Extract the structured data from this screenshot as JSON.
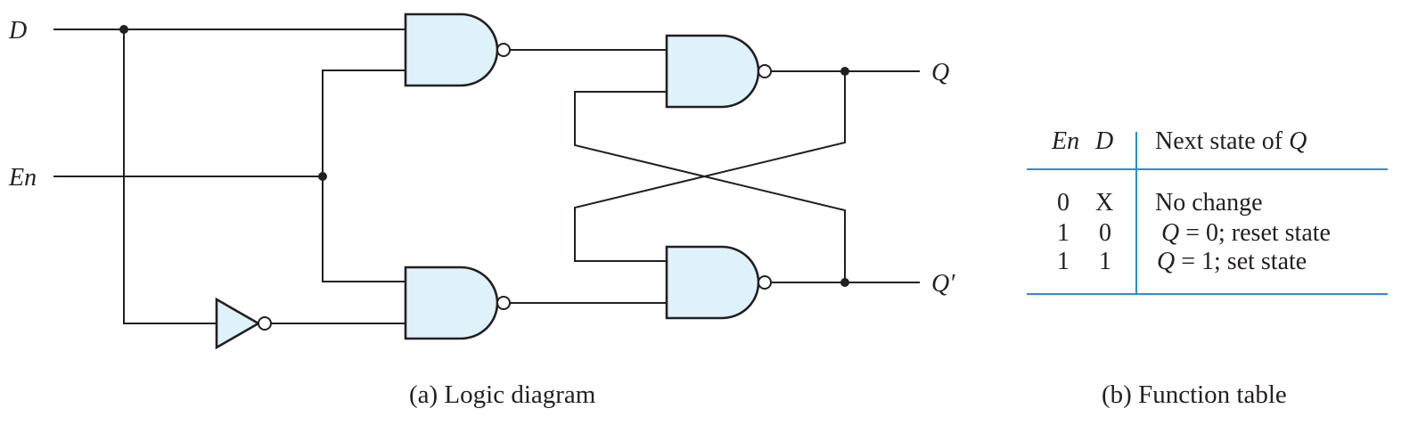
{
  "signals": {
    "d": "D",
    "en": "En",
    "q": "Q",
    "q_not": "Q′"
  },
  "captions": {
    "logic": "(a) Logic diagram",
    "table": "(b) Function table"
  },
  "table": {
    "headers": [
      "En",
      "D",
      "Next state of "
    ],
    "header_q": "Q",
    "rows": [
      {
        "en": "0",
        "d": "X",
        "q_sym": "",
        "state": "No change"
      },
      {
        "en": "1",
        "d": "0",
        "q_sym": "Q",
        "state": " = 0; reset state"
      },
      {
        "en": "1",
        "d": "1",
        "q_sym": "Q",
        "state": " = 1; set state"
      }
    ]
  },
  "colors": {
    "gate_fill": "#dff1fb",
    "table_rule": "#2a8fd0",
    "ink": "#231f20"
  }
}
